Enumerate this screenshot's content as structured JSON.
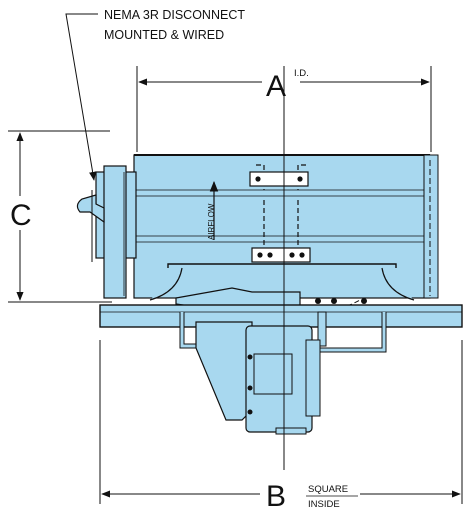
{
  "callout": {
    "line1": "NEMA 3R DISCONNECT",
    "line2": "MOUNTED & WIRED"
  },
  "dimensions": {
    "a": {
      "letter": "A",
      "note": "I.D."
    },
    "b": {
      "letter": "B",
      "note_line1": "SQUARE",
      "note_line2": "INSIDE"
    },
    "c": {
      "letter": "C"
    }
  },
  "airflow_label": "AIRFLOW",
  "colors": {
    "housing_fill": "#a8d8ef",
    "line": "#111111",
    "background": "#ffffff"
  }
}
